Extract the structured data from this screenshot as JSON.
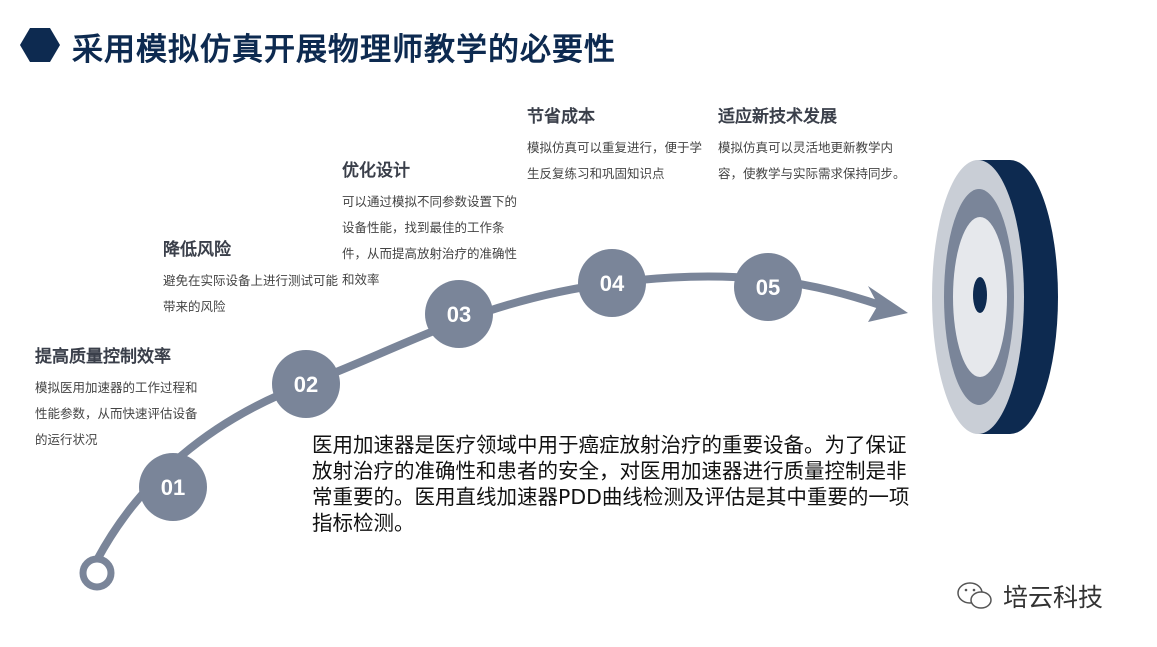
{
  "title": "采用模拟仿真开展物理师教学的必要性",
  "steps": [
    {
      "num": "01",
      "heading": "提高质量控制效率",
      "text": "模拟医用加速器的工作过程和性能参数，从而快速评估设备的运行状况"
    },
    {
      "num": "02",
      "heading": "降低风险",
      "text": "避免在实际设备上进行测试可能带来的风险"
    },
    {
      "num": "03",
      "heading": "优化设计",
      "text": "可以通过模拟不同参数设置下的设备性能，找到最佳的工作条件，从而提高放射治疗的准确性和效率"
    },
    {
      "num": "04",
      "heading": "节省成本",
      "text": "模拟仿真可以重复进行，便于学生反复练习和巩固知识点"
    },
    {
      "num": "05",
      "heading": "适应新技术发展",
      "text": "模拟仿真可以灵活地更新教学内容，使教学与实际需求保持同步。"
    }
  ],
  "main_text": "医用加速器是医疗领域中用于癌症放射治疗的重要设备。为了保证放射治疗的准确性和患者的安全，对医用加速器进行质量控制是非常重要的。医用直线加速器PDD曲线检测及评估是其中重要的一项指标检测。",
  "watermark": "培云科技",
  "colors": {
    "navy": "#0d2a50",
    "gray": "#7a8599"
  }
}
